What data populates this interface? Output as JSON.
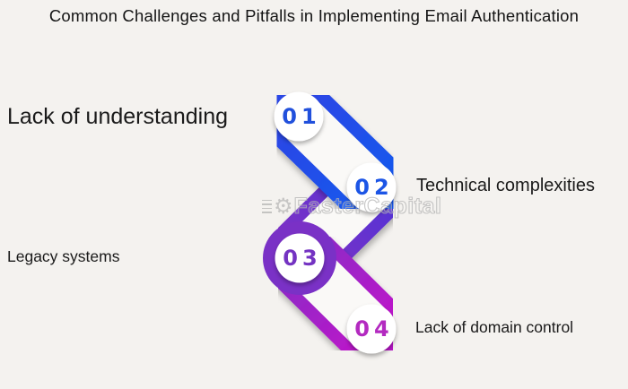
{
  "title": "Common Challenges and Pitfalls in Implementing Email Authentication",
  "watermark": {
    "text": "FasterCapital",
    "icon": "gear-icon"
  },
  "steps": [
    {
      "number": "01",
      "label": "Lack of understanding",
      "side": "left",
      "number_color": "#2150dc"
    },
    {
      "number": "02",
      "label": "Technical complexities",
      "side": "right",
      "number_color": "#1c55e6"
    },
    {
      "number": "03",
      "label": "Legacy systems",
      "side": "left",
      "number_color": "#7433c2"
    },
    {
      "number": "04",
      "label": "Lack of domain control",
      "side": "right",
      "number_color": "#b32ac0"
    }
  ],
  "colors": {
    "background": "#f4f2ef",
    "blue_start": "#2a47e6",
    "blue_end": "#1857ec",
    "violet_start": "#5633d4",
    "violet_end": "#7e30c5",
    "magenta_start": "#8c2bc6",
    "magenta_end": "#b918c9",
    "ring_03": "#7a31c6",
    "watermark_gray": "#b2b2b2"
  }
}
